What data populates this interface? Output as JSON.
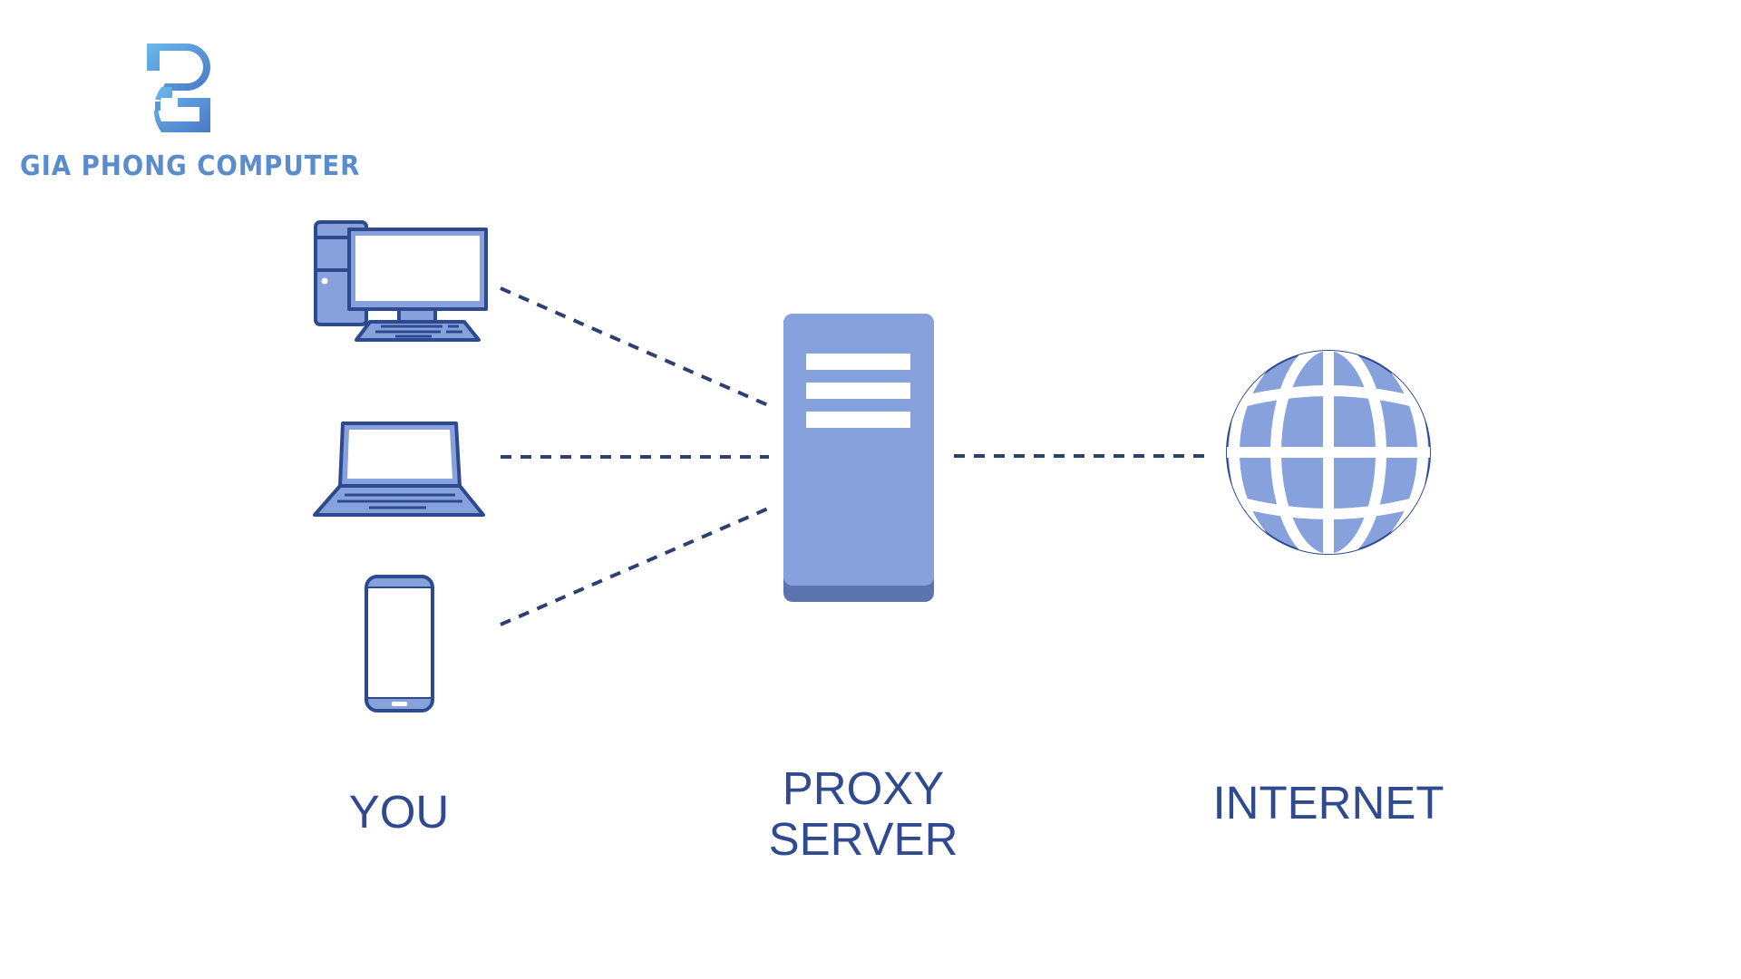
{
  "brand": {
    "name": "GIA PHONG COMPUTER",
    "logo_icon": "gp-monogram-icon",
    "colors": {
      "logo_light": "#6ab8ec",
      "logo_dark": "#4a78c6",
      "text": "#5b8ccc"
    }
  },
  "diagram": {
    "title": "Proxy server network diagram",
    "colors": {
      "fill": "#87a1dc",
      "stroke": "#2e4a8e",
      "dash": "#2e3f70",
      "server_base": "#5c74ae",
      "label": "#2f4a8f"
    },
    "nodes": [
      {
        "id": "you",
        "label": "YOU",
        "devices": [
          "desktop-computer-icon",
          "laptop-icon",
          "smartphone-icon"
        ]
      },
      {
        "id": "proxy",
        "label_line1": "PROXY",
        "label_line2": "SERVER",
        "icon": "server-icon"
      },
      {
        "id": "internet",
        "label": "INTERNET",
        "icon": "globe-icon"
      }
    ],
    "edges": [
      {
        "from": "desktop",
        "to": "proxy",
        "style": "dashed"
      },
      {
        "from": "laptop",
        "to": "proxy",
        "style": "dashed"
      },
      {
        "from": "smartphone",
        "to": "proxy",
        "style": "dashed"
      },
      {
        "from": "proxy",
        "to": "internet",
        "style": "dashed"
      }
    ]
  }
}
